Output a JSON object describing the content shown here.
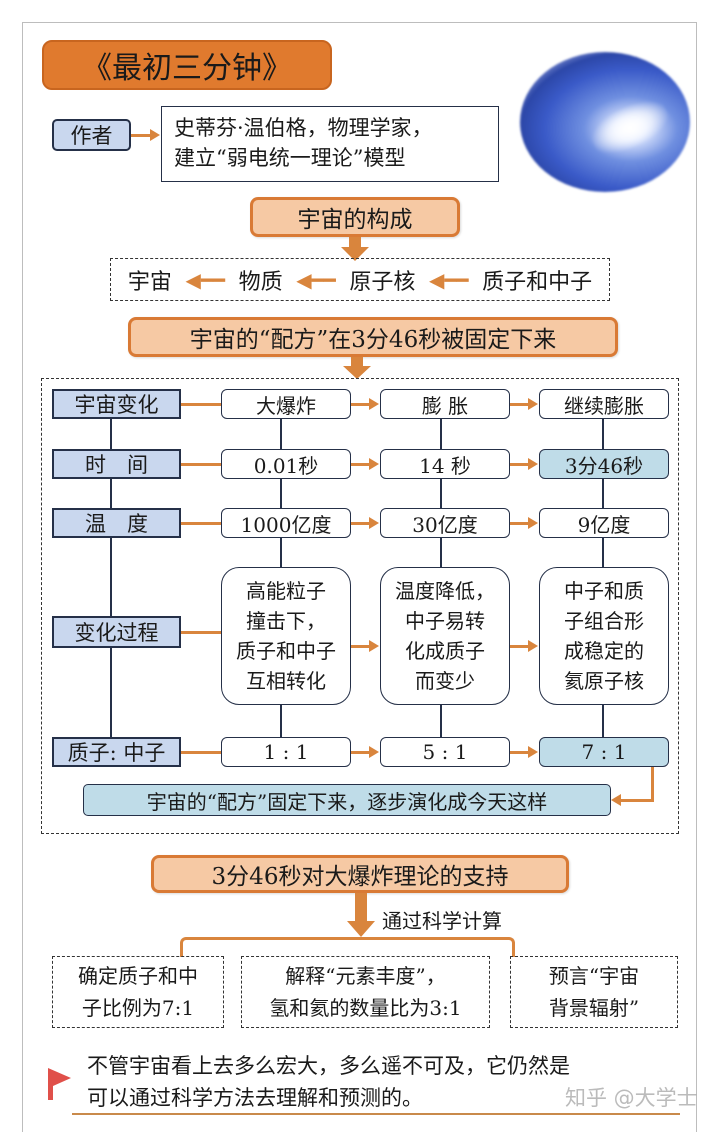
{
  "title": "《最初三分钟》",
  "author": {
    "label": "作者",
    "line1": "史蒂芬·温伯格，物理学家，",
    "line2": "建立“弱电统一理论”模型"
  },
  "composition": {
    "heading": "宇宙的构成",
    "chain": [
      "宇宙",
      "物质",
      "原子核",
      "质子和中子"
    ]
  },
  "recipe_heading": "宇宙的“配方”在3分46秒被固定下来",
  "table": {
    "rows": [
      {
        "label": "宇宙变化",
        "cells": [
          "大爆炸",
          "膨 胀",
          "继续膨胀"
        ]
      },
      {
        "label": "时　间",
        "cells": [
          "0.01秒",
          "14 秒",
          "3分46秒"
        ]
      },
      {
        "label": "温　度",
        "cells": [
          "1000亿度",
          "30亿度",
          "9亿度"
        ]
      },
      {
        "label": "变化过程",
        "cells": [
          "高能粒子\n撞击下，\n质子和中子\n互相转化",
          "温度降低，\n中子易转\n化成质子\n而变少",
          "中子和质\n子组合形\n成稳定的\n氦原子核"
        ]
      },
      {
        "label": "质子: 中子",
        "cells": [
          "1 : 1",
          "5 : 1",
          "7 : 1"
        ]
      }
    ],
    "conclusion": "宇宙的“配方”固定下来，逐步演化成今天这样"
  },
  "support": {
    "heading": "3分46秒对大爆炸理论的支持",
    "via": "通过科学计算",
    "items": [
      "确定质子和中\n子比例为7:1",
      "解释“元素丰度”，\n氢和氦的数量比为3:1",
      "预言“宇宙\n背景辐射”"
    ]
  },
  "footer": {
    "line1": "不管宇宙看上去多么宏大，多么遥不可及，它仍然是",
    "line2": "可以通过科学方法去理解和预测的。",
    "watermark": "知乎 @大学士"
  },
  "colors": {
    "orange": "#e07a2e",
    "peach": "#f6c9a4",
    "label_blue": "#c9d7ee",
    "highlight_blue": "#bfdce8",
    "arrow_orange": "#d9853d",
    "flag_red": "#e0504a"
  }
}
